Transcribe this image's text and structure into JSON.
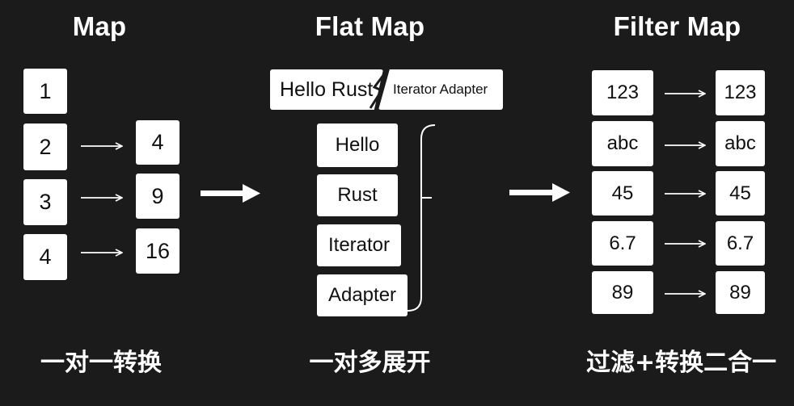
{
  "map": {
    "title": "Map",
    "inputs": [
      "1",
      "2",
      "3",
      "4"
    ],
    "outputs": [
      "4",
      "9",
      "16"
    ],
    "caption": "一对一转换"
  },
  "flat_map": {
    "title": "Flat Map",
    "source_left": "Hello Rust",
    "source_right": "Iterator Adapter",
    "items": [
      "Hello",
      "Rust",
      "Iterator",
      "Adapter"
    ],
    "caption": "一对多展开"
  },
  "filter_map": {
    "title": "Filter Map",
    "inputs": [
      "123",
      "abc",
      "45",
      "6.7",
      "89"
    ],
    "outputs": [
      "123",
      "abc",
      "45",
      "6.7",
      "89"
    ],
    "caption": "过滤+转换二合一"
  },
  "colors": {
    "background": "#1b1b1c",
    "box": "#ffffff",
    "text": "#ffffff",
    "box_text": "#111111"
  }
}
